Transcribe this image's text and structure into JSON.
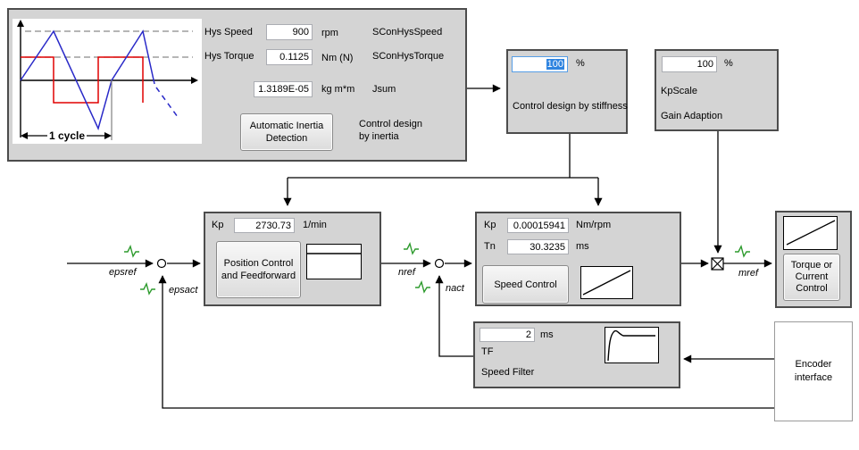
{
  "colors": {
    "panel_bg": "#d4d4d4",
    "panel_border": "#4c4c4c",
    "wire": "#000000",
    "spark_green": "#2e9b2e",
    "selection_blue": "#2f84e0",
    "waveform_blue": "#2929c8",
    "waveform_red": "#e00000"
  },
  "inertia_panel": {
    "cycle_label": "1 cycle",
    "hys_speed": {
      "label": "Hys Speed",
      "value": "900",
      "unit": "rpm",
      "param": "SConHysSpeed"
    },
    "hys_torque": {
      "label": "Hys Torque",
      "value": "0.1125",
      "unit": "Nm (N)",
      "param": "SConHysTorque"
    },
    "jsum": {
      "value": "1.3189E-05",
      "unit": "kg m*m",
      "param": "Jsum"
    },
    "button_line1": "Automatic Inertia",
    "button_line2": "Detection",
    "caption_line1": "Control design",
    "caption_line2": "by inertia"
  },
  "stiffness_box": {
    "value": "100",
    "unit": "%",
    "label": "Control design by stiffness"
  },
  "gain_box": {
    "value": "100",
    "unit": "%",
    "param": "KpScale",
    "label": "Gain Adaption"
  },
  "position_box": {
    "kp_label": "Kp",
    "kp_value": "2730.73",
    "kp_unit": "1/min",
    "button_line1": "Position Control",
    "button_line2": "and Feedforward"
  },
  "speed_box": {
    "kp_label": "Kp",
    "kp_value": "0.00015941",
    "kp_unit": "Nm/rpm",
    "tn_label": "Tn",
    "tn_value": "30.3235",
    "tn_unit": "ms",
    "button_label": "Speed Control"
  },
  "filter_box": {
    "value": "2",
    "unit": "ms",
    "param": "TF",
    "label": "Speed Filter"
  },
  "torque_box": {
    "button_line1": "Torque or",
    "button_line2": "Current",
    "button_line3": "Control"
  },
  "encoder_box": {
    "line1": "Encoder",
    "line2": "interface"
  },
  "signals": {
    "epsref": "epsref",
    "epsact": "epsact",
    "nref": "nref",
    "nact": "nact",
    "mref": "mref"
  }
}
